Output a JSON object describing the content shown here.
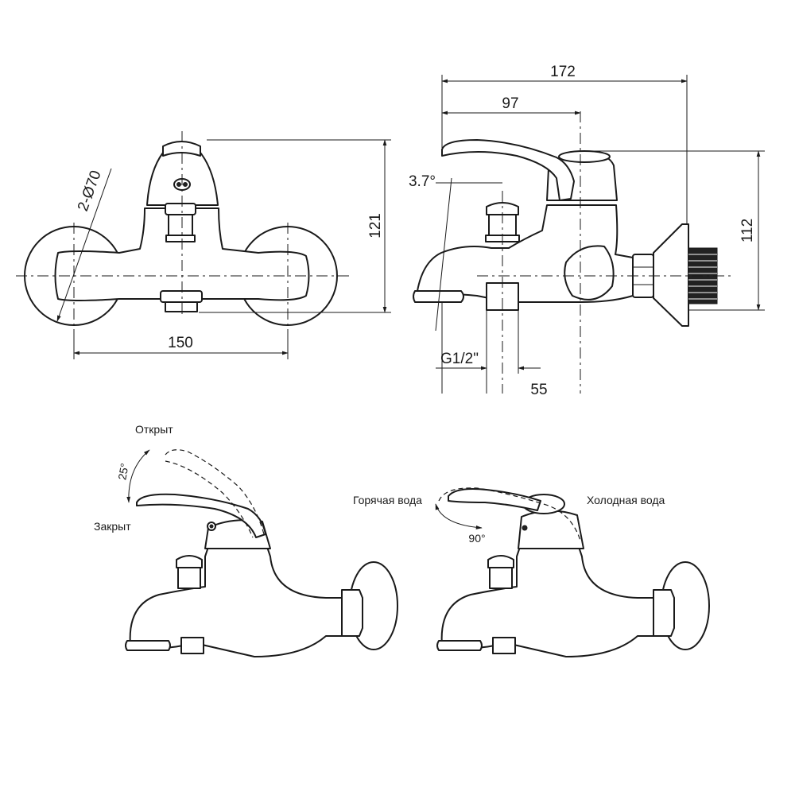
{
  "dimensions": {
    "front_width": "150",
    "front_height": "121",
    "flange_diameter": "2-Ø70",
    "side_total_length": "172",
    "side_spout_length": "97",
    "side_height": "112",
    "spout_angle": "3.7°",
    "thread": "G1/2\"",
    "outlet_offset": "55"
  },
  "labels": {
    "open": "Открыт",
    "closed": "Закрыт",
    "lever_angle": "25°",
    "hot_water": "Горячая вода",
    "cold_water": "Холодная вода",
    "rotation_angle": "90°"
  }
}
